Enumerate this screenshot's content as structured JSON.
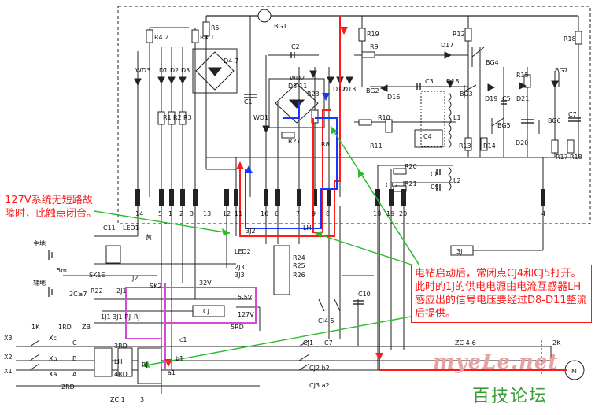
{
  "notes": {
    "left": "127V系统无短路故障时，此触点闭合。",
    "right": "电钻启动后，常闭点CJ4和CJ5打开。此时的1J的供电电源由电流互感器LH感应出的信号电压要经过D8-D11整流后提供。"
  },
  "labels": {
    "r42": "R4.2",
    "r41": "R4.1",
    "r5": "R5",
    "bg1": "BG1",
    "r19": "R19",
    "r12": "R12",
    "r18": "R18",
    "wd3": "WD3",
    "d1": "D1",
    "d2": "D2",
    "d3": "D3",
    "d47": "D4-7",
    "c2": "C2",
    "r9": "R9",
    "d17": "D17",
    "bg4": "BG4",
    "wd2": "WD2",
    "d811": "D8-11",
    "d12": "D12",
    "d13": "D13",
    "bg2": "BG2",
    "d16": "D16",
    "c3": "C3",
    "d18": "D18",
    "r15": "R15",
    "bg7": "BG7",
    "r1": "R1",
    "r2": "R2",
    "r3": "R3",
    "c1": "C1",
    "wd1": "WD1",
    "r23": "R23",
    "bg3": "BG3",
    "d19": "D19",
    "c5": "C5",
    "d21": "D21",
    "l1": "L1",
    "r10": "R10",
    "r27": "R27",
    "r8": "R8",
    "bg5": "BG5",
    "bg6": "BG6",
    "c7": "C7",
    "c4": "C4",
    "r11": "R11",
    "r13": "R13",
    "r14": "R14",
    "d20": "D20",
    "r17": "R17",
    "r18b": "R18",
    "r20": "R20",
    "c8": "C8",
    "r21": "R21",
    "c9": "C9",
    "c12": "C12",
    "l2": "L2",
    "c11": "C11",
    "led1": "LED1",
    "yellow": "黄",
    "main_ground": "主地",
    "aux_ground": "辅地",
    "dist": "5m",
    "sk1e": "SK1E",
    "j2": "J2",
    "sk2": "SK2",
    "r22": "R22",
    "c2c7": "2C≥7",
    "j1": "2J1",
    "v32": "32V",
    "v55": "5.5V",
    "v127": "127V",
    "cj": "CJ",
    "srd": "5RD",
    "row1j1": "1J1  3J1  RJ",
    "j3j2": "3J2",
    "led2": "LED2",
    "r24": "R24",
    "j3": "2J3",
    "r25": "R25",
    "r26": "R26",
    "j3b": "3J3",
    "lh": "LH",
    "j3box": "3J",
    "c10": "C10",
    "cj45": "CJ4 5",
    "cj1": "CJ1",
    "c7b": "C7",
    "zc": "ZC 4-6",
    "k2": "2K",
    "m": "M",
    "cj2": "CJ2 b2",
    "cj3": "CJ3 a2",
    "x3": "X3",
    "x2": "X2",
    "x1": "X1",
    "k1": "1K",
    "rd1": "1RD",
    "zb": "ZB",
    "rd3": "3RD",
    "rd4": "4RD",
    "lh2": "LH",
    "rj": "RJ",
    "c1b": "c1",
    "b1": "b1",
    "a1": "a1",
    "zc1": "ZC 1",
    "three": "3",
    "xc": "Xc",
    "xb": "Xb",
    "xa": "Xa",
    "c": "C",
    "b": "B",
    "a": "A",
    "rd2": "2RD",
    "rj3": "RJ"
  },
  "terminals": [
    "14",
    "5",
    "1",
    "2",
    "3",
    "13",
    "12",
    "11",
    "10",
    "6",
    "7",
    "9",
    "8",
    "18",
    "19",
    "20",
    "4"
  ],
  "watermark": {
    "site": "myeLe.net",
    "forum": "百技论坛"
  },
  "colors": {
    "annotation": "#ff1a1a",
    "arrow_green": "#2dbb2d",
    "wire_red": "#ff0000",
    "wire_blue": "#1a35ff",
    "wire_magenta": "#d44cd4"
  }
}
